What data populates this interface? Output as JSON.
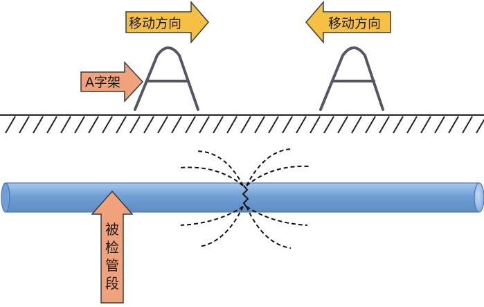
{
  "labels": {
    "move_direction_left_frame": "移动方向",
    "move_direction_right_frame": "移动方向",
    "a_frame": "A字架",
    "pipe_section": [
      "被",
      "检",
      "管",
      "段"
    ]
  },
  "colors": {
    "yellow_arrow_fill": "#f6c142",
    "orange_arrow_fill": "#f0a27a",
    "arrow_stroke": "#3a3a3a",
    "a_frame_stroke": "#555566",
    "pipe_fill": "#6f9fd6",
    "pipe_highlight": "#a9c8ec",
    "pipe_stroke": "#4a78aa",
    "ground_stroke": "#222222",
    "field_line_stroke": "#111111"
  },
  "icons": {
    "direction_arrow_right": "arrow-right",
    "direction_arrow_left": "arrow-left",
    "a_frame_pointer": "arrow-right",
    "pipe_pointer": "arrow-up"
  }
}
